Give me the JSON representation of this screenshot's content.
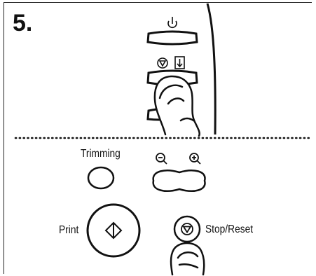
{
  "step": {
    "number": "5."
  },
  "panel": {
    "trimming_label": "Trimming",
    "print_label": "Print",
    "stop_reset_label": "Stop/Reset"
  },
  "icons": {
    "power": "power-icon",
    "stop": "stop-icon",
    "paper_feed": "paper-feed-icon",
    "zoom_out": "zoom-out-icon",
    "zoom_in": "zoom-in-icon",
    "print": "start-diamond-icon"
  },
  "colors": {
    "ink": "#111111",
    "background": "#ffffff"
  }
}
